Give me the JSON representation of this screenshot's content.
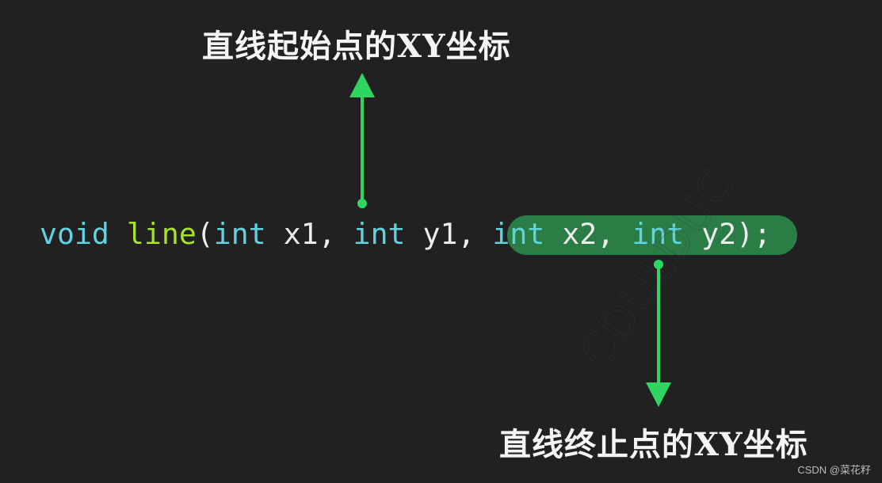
{
  "labels": {
    "start": "直线起始点的XY坐标",
    "end": "直线终止点的XY坐标"
  },
  "code": {
    "tokens": {
      "t0": "void",
      "t1": " ",
      "t2": "line",
      "t3": "(",
      "t4": "int",
      "t5": " x1, ",
      "t6": "int",
      "t7": " y1, ",
      "t8": "int",
      "t9": " x2, ",
      "t10": "int",
      "t11": " y2",
      "t12": ")",
      "t13": ";"
    },
    "full_text": "void line(int x1, int y1, int x2, int y2);"
  },
  "highlight": {
    "text": "int x2, int y2",
    "color": "#2a7d45"
  },
  "arrows": {
    "color": "#2fd561",
    "start_arrow": "up-arrow",
    "end_arrow": "down-arrow"
  },
  "colors": {
    "background": "#212121",
    "keyword": "#5fd4e0",
    "function": "#a8e22e",
    "text": "#ececec"
  },
  "watermark": {
    "diagonal": "CDULDUC",
    "credit": "CSDN @菜花籽"
  }
}
